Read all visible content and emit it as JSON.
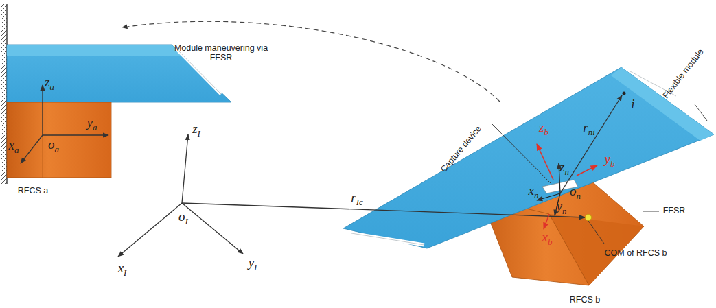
{
  "diagram": {
    "labels": [
      "Module maneuvering via FFSR",
      "za",
      "ya",
      "xa",
      "oa",
      "RFCS a",
      "zI",
      "xI",
      "oI",
      "yI",
      "rIc",
      "Capture device",
      "zb",
      "yb",
      "xb",
      "zn",
      "xn",
      "on",
      "yn",
      "i",
      "rni",
      "Flexible module",
      "FFSR",
      "COM of RFCS b",
      "RFCS b"
    ]
  }
}
